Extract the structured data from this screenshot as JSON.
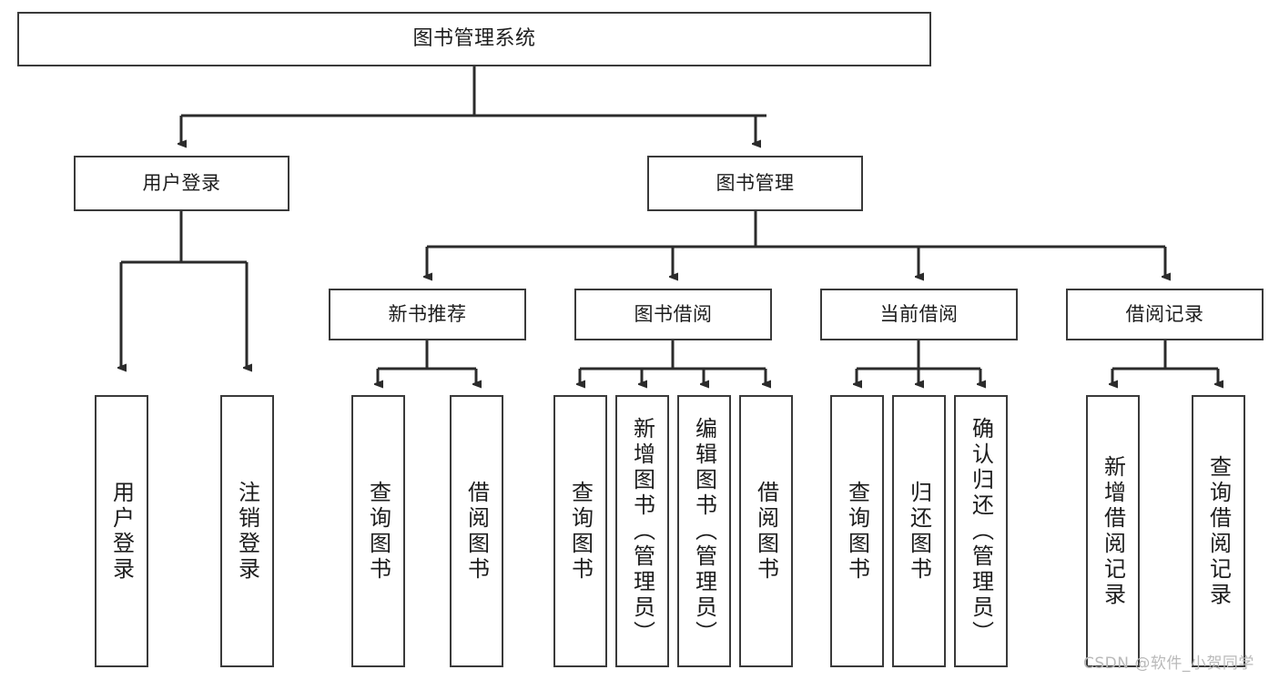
{
  "diagram": {
    "title": "图书管理系统",
    "type": "tree-hierarchy",
    "orientation": "top-down",
    "colors": {
      "box_border": "#3a3a3a",
      "box_fill": "#ffffff",
      "connector": "#2b2b2b",
      "text": "#1d1d1d",
      "watermark": "#b9b9b9",
      "canvas": "#ffffff"
    },
    "watermark": "CSDN @软件_小贺同学"
  },
  "levels": {
    "root": {
      "label": "图书管理系统"
    },
    "level2": [
      {
        "label": "用户登录"
      },
      {
        "label": "图书管理"
      }
    ],
    "level3": [
      {
        "label": "新书推荐"
      },
      {
        "label": "图书借阅"
      },
      {
        "label": "当前借阅"
      },
      {
        "label": "借阅记录"
      }
    ],
    "leaves": {
      "user_login": [
        {
          "label": "用户登录"
        },
        {
          "label": "注销登录"
        }
      ],
      "new_book_recommend": [
        {
          "label": "查询图书"
        },
        {
          "label": "借阅图书"
        }
      ],
      "book_borrow": [
        {
          "label": "查询图书"
        },
        {
          "label": "新增图书（管理员）"
        },
        {
          "label": "编辑图书（管理员）"
        },
        {
          "label": "借阅图书"
        }
      ],
      "current_borrow": [
        {
          "label": "查询图书"
        },
        {
          "label": "归还图书"
        },
        {
          "label": "确认归还（管理员）"
        }
      ],
      "borrow_record": [
        {
          "label": "新增借阅记录"
        },
        {
          "label": "查询借阅记录"
        }
      ]
    }
  }
}
